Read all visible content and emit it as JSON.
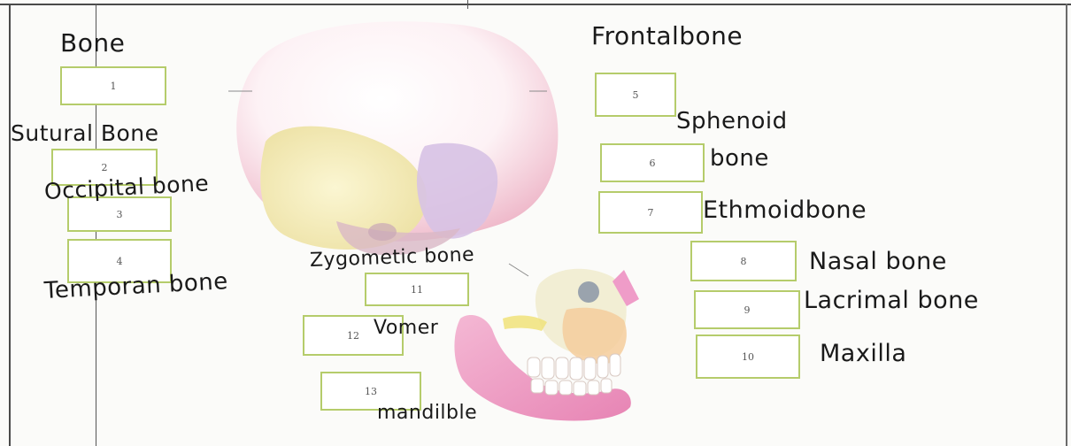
{
  "boxes": {
    "b1": "1",
    "b2": "2",
    "b3": "3",
    "b4": "4",
    "b5": "5",
    "b6": "6",
    "b7": "7",
    "b8": "8",
    "b9": "9",
    "b10": "10",
    "b11": "11",
    "b12": "12",
    "b13": "13"
  },
  "labels": {
    "bone": "Bone",
    "sutural_bone": "Sutural Bone",
    "occipital_bone": "Occipital bone",
    "temporal_bone": "Temporan bone",
    "frontal_bone": "Frontalbone",
    "sphenoid": "Sphenoid",
    "sphenoid_bone": "bone",
    "ethmoid_bone": "Ethmoidbone",
    "nasal_bone": "Nasal bone",
    "lacrimal_bone": "Lacrimal bone",
    "maxilla": "Maxilla",
    "zygomatic_bone": "Zygometic bone",
    "vomer": "Vomer",
    "mandible": "mandilble"
  },
  "colors": {
    "box_border": "#b5cc6b",
    "parietal": "#f7e4ea",
    "occipital": "#f6f0c0",
    "temporal": "#cdb8dc",
    "mandible": "#ef9cc4",
    "maxilla": "#f4cc9c"
  }
}
